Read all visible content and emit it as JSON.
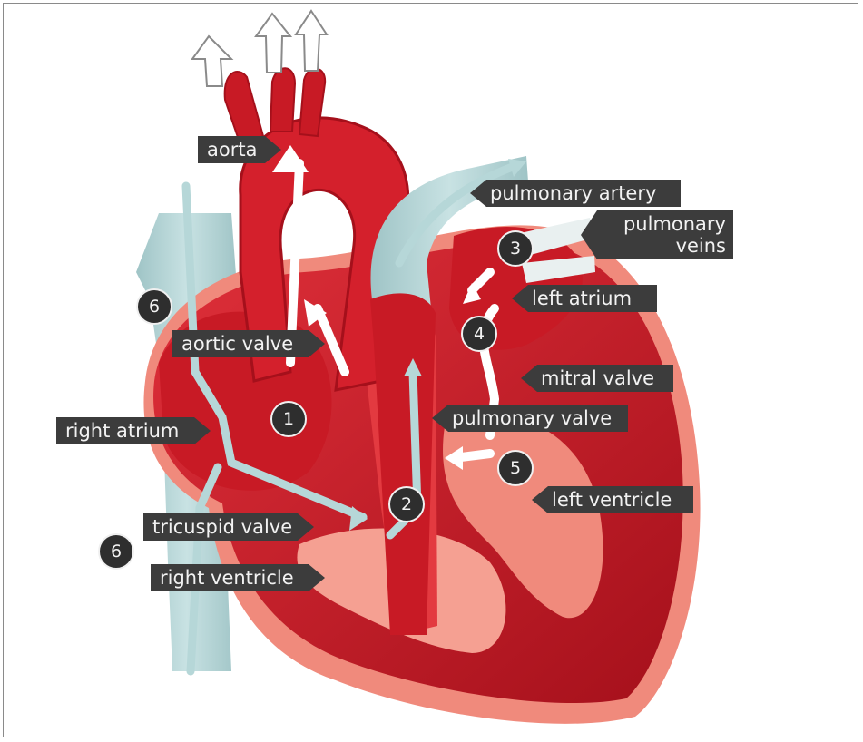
{
  "labels": {
    "aorta": "aorta",
    "pulmonary_artery": "pulmonary artery",
    "pulmonary_veins_line1": "pulmonary",
    "pulmonary_veins_line2": "veins",
    "left_atrium": "left atrium",
    "aortic_valve": "aortic valve",
    "mitral_valve": "mitral valve",
    "right_atrium": "right atrium",
    "pulmonary_valve": "pulmonary valve",
    "left_ventricle": "left ventricle",
    "tricuspid_valve": "tricuspid valve",
    "right_ventricle": "right ventricle"
  },
  "steps": {
    "one": "1",
    "two": "2",
    "three": "3",
    "four": "4",
    "five": "5",
    "six_upper": "6",
    "six_lower": "6"
  },
  "colors": {
    "muscle_dark": "#b3121f",
    "muscle": "#d4202c",
    "muscle_light": "#f08a7c",
    "vessel_blue": "#b6d7d8",
    "vessel_blue_dark": "#8fb8ba",
    "label_bg": "#3c3c3c"
  }
}
